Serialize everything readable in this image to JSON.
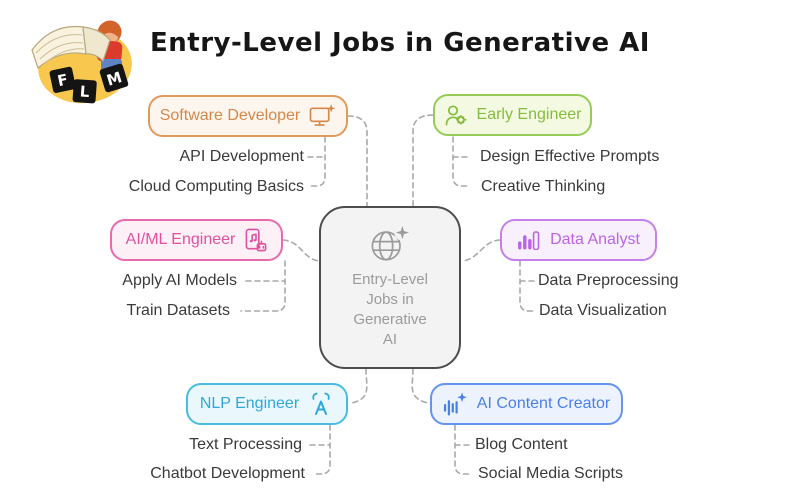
{
  "title": "Entry-Level Jobs in Generative AI",
  "logo": {
    "letters": [
      "F",
      "L",
      "M"
    ]
  },
  "colors": {
    "dashed_line": "#A9A9A9",
    "sub_item_text": "#3A3A3A",
    "title_text": "#161616",
    "center_bg": "#F3F3F3",
    "center_border": "#4D4D4D",
    "center_text": "#9B9B9B"
  },
  "center": {
    "icon": "globe-sparkle-icon",
    "lines": [
      "Entry-Level",
      "Jobs in",
      "Generative",
      "AI"
    ]
  },
  "branches": [
    {
      "id": "software-developer",
      "label": "Software Developer",
      "icon": "monitor-sparkle-icon",
      "position": "top-left",
      "color": "#D6874A",
      "border_color": "#E09A5C",
      "bg_color": "#FDF6EE",
      "items": [
        "API Development",
        "Cloud Computing Basics"
      ]
    },
    {
      "id": "early-engineer",
      "label": "Early Engineer",
      "icon": "engineer-person-gear-icon",
      "position": "top-right",
      "color": "#85BC3E",
      "border_color": "#97CB57",
      "bg_color": "#F3FAE1",
      "items": [
        "Design Effective Prompts",
        "Creative Thinking"
      ]
    },
    {
      "id": "ai-ml-engineer",
      "label": "AI/ML Engineer",
      "icon": "phone-ai-robot-icon",
      "position": "mid-left",
      "color": "#E0519E",
      "border_color": "#E76BAD",
      "bg_color": "#FDF0F7",
      "items": [
        "Apply AI Models",
        "Train Datasets"
      ]
    },
    {
      "id": "data-analyst",
      "label": "Data Analyst",
      "icon": "bar-chart-icon",
      "position": "mid-right",
      "color": "#BA66E2",
      "border_color": "#C77FEA",
      "bg_color": "#F8F0FD",
      "items": [
        "Data Preprocessing",
        "Data Visualization"
      ]
    },
    {
      "id": "nlp-engineer",
      "label": "NLP Engineer",
      "icon": "language-waves-icon",
      "position": "bottom-left",
      "color": "#2FA7D9",
      "border_color": "#4ABCE2",
      "bg_color": "#EAF8FD",
      "items": [
        "Text Processing",
        "Chatbot Development"
      ]
    },
    {
      "id": "ai-content-creator",
      "label": "AI Content Creator",
      "icon": "waveform-sparkle-icon",
      "position": "bottom-right",
      "color": "#4A7FE8",
      "border_color": "#6693EF",
      "bg_color": "#EDF3FE",
      "items": [
        "Blog Content",
        "Social Media Scripts"
      ]
    }
  ]
}
